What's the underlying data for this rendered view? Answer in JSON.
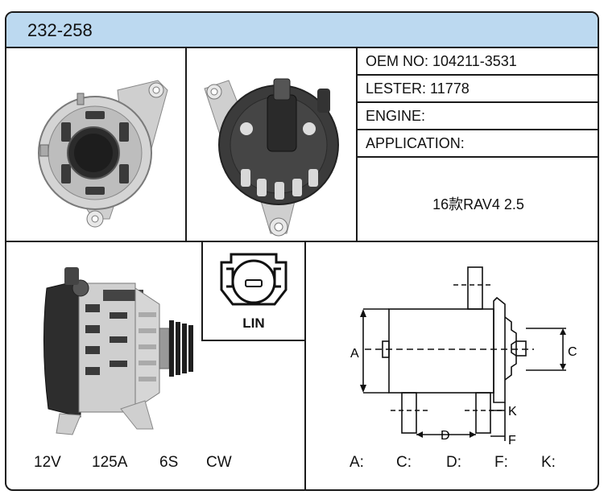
{
  "header": {
    "code": "232-258"
  },
  "info": {
    "oem": "OEM NO: 104211-3531",
    "lester": "LESTER: 11778",
    "engine": "ENGINE:",
    "application": "APPLICATION:",
    "application_value": "16款RAV4 2.5"
  },
  "connector": {
    "label": "LIN"
  },
  "specs": [
    "12V",
    "125A",
    "6S",
    "CW"
  ],
  "diagram": {
    "labels": {
      "a": "A",
      "c": "C",
      "d": "D",
      "f": "F",
      "k": "K"
    }
  },
  "dimensions": [
    "A:",
    "C:",
    "D:",
    "F:",
    "K:"
  ],
  "colors": {
    "header_bg": "#bcd9f0",
    "border": "#1a1a1a"
  }
}
